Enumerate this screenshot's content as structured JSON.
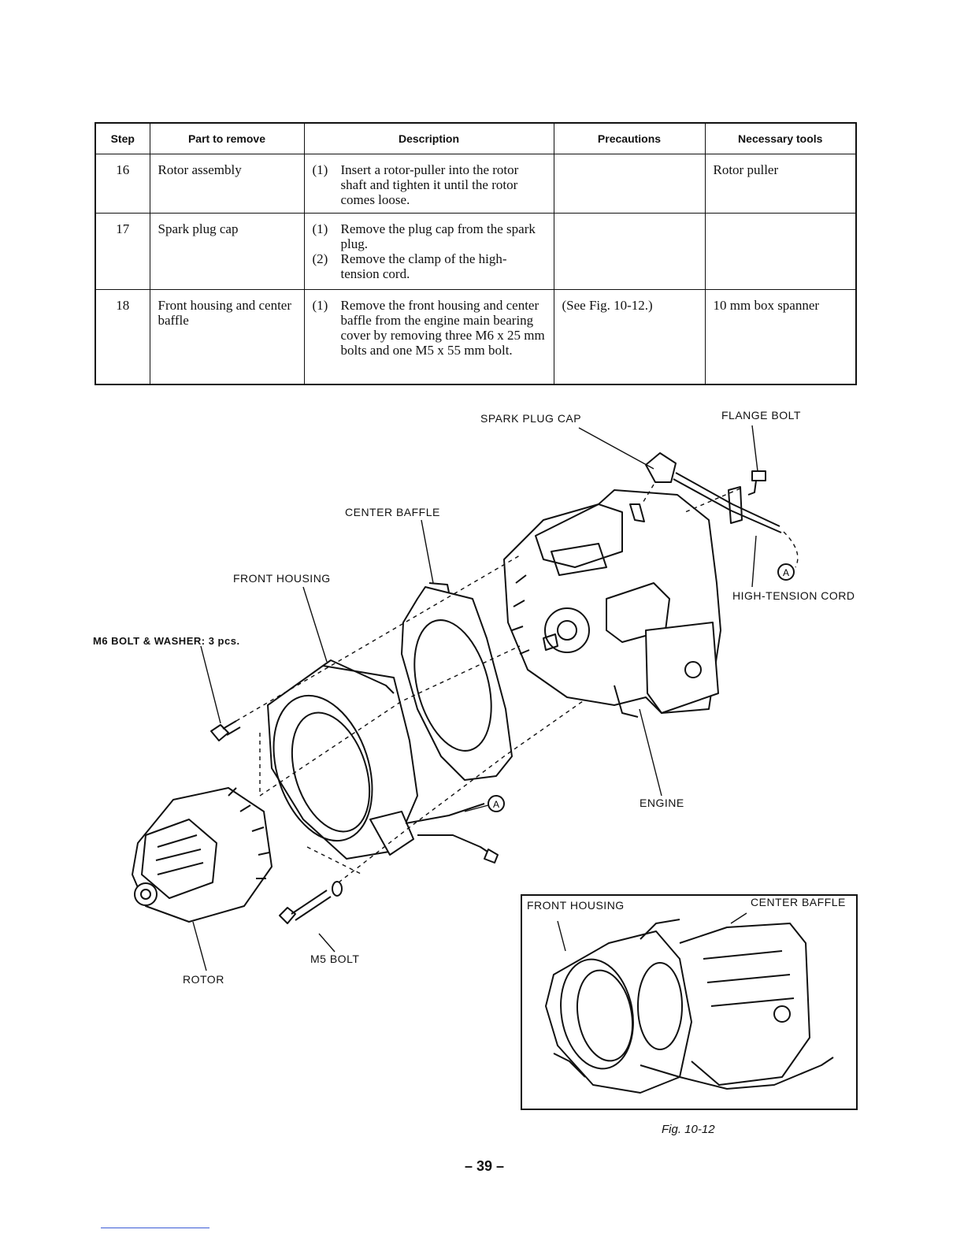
{
  "table": {
    "headers": {
      "step": "Step",
      "part": "Part to remove",
      "description": "Description",
      "precautions": "Precautions",
      "tools": "Necessary tools"
    },
    "rows": [
      {
        "step": "16",
        "part": "Rotor assembly",
        "description": [
          {
            "n": "(1)",
            "text": "Insert a rotor-puller into the rotor shaft and tighten it until the rotor comes loose."
          }
        ],
        "precautions": "",
        "tools": "Rotor puller"
      },
      {
        "step": "17",
        "part": "Spark plug cap",
        "description": [
          {
            "n": "(1)",
            "text": "Remove the plug cap from the spark plug."
          },
          {
            "n": "(2)",
            "text": "Remove the clamp of the high-tension cord."
          }
        ],
        "precautions": "",
        "tools": ""
      },
      {
        "step": "18",
        "part": "Front housing and center baffle",
        "description": [
          {
            "n": "(1)",
            "text": "Remove the front housing and center baffle from the engine main bearing cover by removing three M6 x 25 mm bolts and one M5 x 55 mm bolt."
          }
        ],
        "precautions": "(See Fig. 10-12.)",
        "tools": "10 mm box spanner"
      }
    ]
  },
  "figure": {
    "labels": {
      "spark_plug_cap": "SPARK PLUG CAP",
      "flange_bolt": "FLANGE BOLT",
      "center_baffle": "CENTER BAFFLE",
      "front_housing": "FRONT HOUSING",
      "high_tension_cord": "HIGH-TENSION CORD",
      "m6_bolt": "M6 BOLT & WASHER: 3 pcs.",
      "engine": "ENGINE",
      "rotor": "ROTOR",
      "m5_bolt": "M5 BOLT",
      "ref_a": "A"
    },
    "inset": {
      "front_housing": "FRONT HOUSING",
      "center_baffle": "CENTER BAFFLE"
    },
    "caption": "Fig. 10-12"
  },
  "page_number": "– 39 –"
}
